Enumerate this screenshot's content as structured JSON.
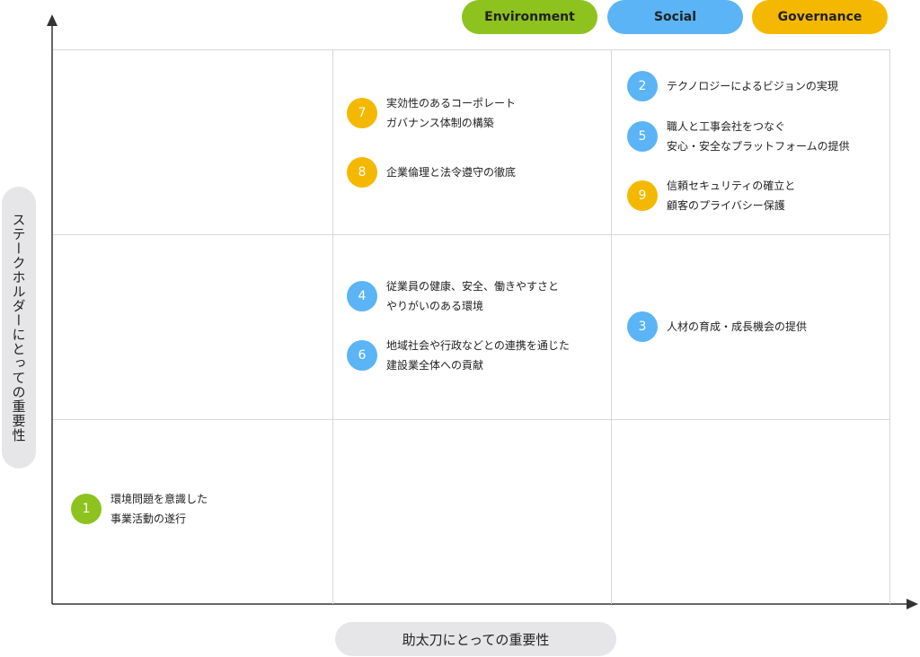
{
  "legend": {
    "environment": "Environment",
    "social": "Social",
    "governance": "Governance",
    "colors": {
      "environment": "#8dc21f",
      "social": "#5ab4f5",
      "governance": "#f5b800"
    }
  },
  "axes": {
    "y_label": "ステークホルダーにとっての重要性",
    "x_label": "助太刀にとっての重要性"
  },
  "items": [
    {
      "number": "1",
      "category": "environment",
      "text": "環境問題を意識した\n事業活動の遂行"
    },
    {
      "number": "2",
      "category": "social",
      "text": "テクノロジーによるビジョンの実現"
    },
    {
      "number": "3",
      "category": "social",
      "text": "人材の育成・成長機会の提供"
    },
    {
      "number": "4",
      "category": "social",
      "text": "従業員の健康、安全、働きやすさと\nやりがいのある環境"
    },
    {
      "number": "5",
      "category": "social",
      "text": "職人と工事会社をつなぐ\n安心・安全なプラットフォームの提供"
    },
    {
      "number": "6",
      "category": "social",
      "text": "地域社会や行政などとの連携を通じた\n建設業全体への貢献"
    },
    {
      "number": "7",
      "category": "governance",
      "text": "実効性のあるコーポレート\nガバナンス体制の構築"
    },
    {
      "number": "8",
      "category": "governance",
      "text": "企業倫理と法令遵守の徹底"
    },
    {
      "number": "9",
      "category": "governance",
      "text": "信頼セキュリティの確立と\n顧客のプライバシー保護"
    }
  ]
}
